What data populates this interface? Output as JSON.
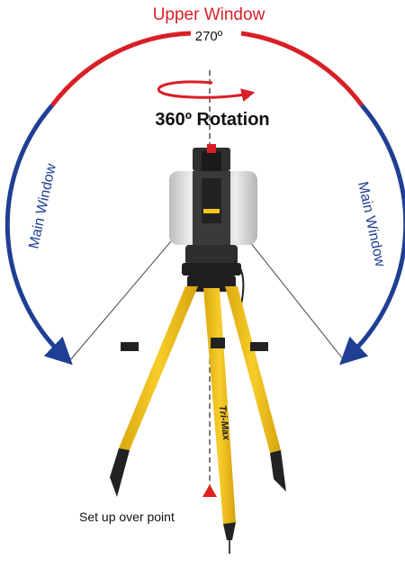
{
  "labels": {
    "upper_window": "Upper Window",
    "angle_270": "270º",
    "rotation": "360º Rotation",
    "main_window_left": "Main Window",
    "main_window_right": "Main Window",
    "tripod_brand": "Tri-Max",
    "setup_point": "Set up over point"
  },
  "colors": {
    "upper_arc": "#d91f26",
    "main_arc": "#1f3f94",
    "tripod_yellow": "#f5c51b",
    "scanner_grey": "#d4d4d4",
    "scanner_dark": "#3a3a3a",
    "marker_red": "#e0201f"
  },
  "icons": {
    "rotation_arrow": "rotation-arrow-icon",
    "setup_marker": "triangle-up-icon"
  }
}
